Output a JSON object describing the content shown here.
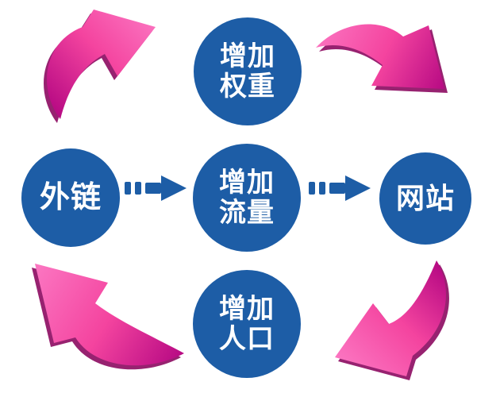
{
  "nodes": {
    "external_link": {
      "label": "外链"
    },
    "increase_weight": {
      "lines": [
        "增加",
        "权重"
      ]
    },
    "increase_traffic": {
      "lines": [
        "增加",
        "流量"
      ]
    },
    "website": {
      "label": "网站"
    },
    "increase_people": {
      "lines": [
        "增加",
        "人口"
      ]
    }
  },
  "icons": {
    "dashed_arrow_left": "dashed-arrow-right-icon",
    "dashed_arrow_right": "dashed-arrow-right-icon",
    "curved_arrow_top_left": "curved-arrow-up-right-icon",
    "curved_arrow_top_right": "curved-arrow-down-right-icon",
    "curved_arrow_bottom_left": "curved-arrow-up-left-icon",
    "curved_arrow_bottom_right": "curved-arrow-down-left-icon"
  },
  "colors": {
    "node_blue": "#1d5da6",
    "arrow_dark": "#8c0a61",
    "arrow_magenta": "#b40782",
    "arrow_pink": "#f4449f",
    "arrow_pink_light": "#fb74c0",
    "text_white": "#ffffff",
    "bg": "#ffffff"
  }
}
